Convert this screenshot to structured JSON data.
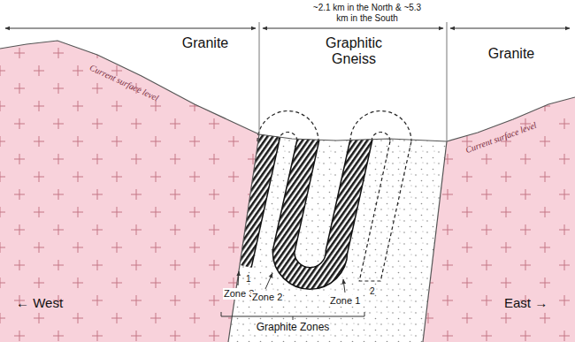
{
  "diagram": {
    "labels": [
      "~2.1 km in the North & ~5.3 km in the South",
      "Granite",
      "Graphitic Gneiss",
      "Granite",
      "Current surface level",
      "Current surface level",
      "1",
      "2",
      "← West",
      "Zone 3",
      "Zone 2",
      "Zone 1",
      "East →",
      "Graphite Zones"
    ]
  }
}
